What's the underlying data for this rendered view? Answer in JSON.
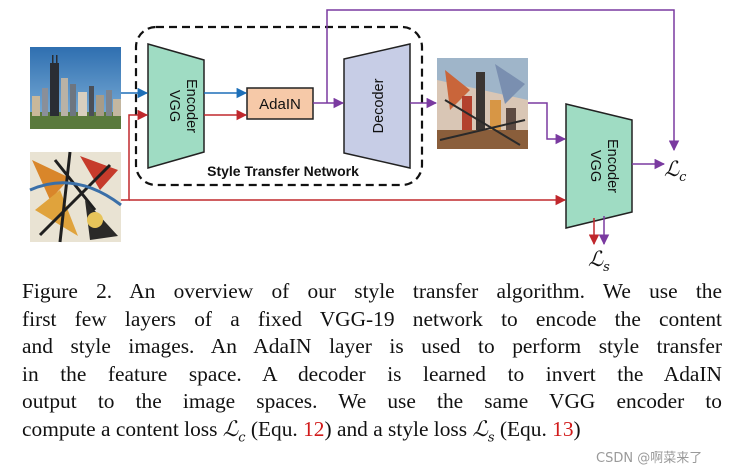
{
  "diagram": {
    "vgg_encoder_label": [
      "VGG",
      "Encoder"
    ],
    "adain_label": "AdaIN",
    "decoder_label": "Decoder",
    "network_label": "Style Transfer Network",
    "loss_content": {
      "symbol": "ℒ",
      "sub": "c"
    },
    "loss_style": {
      "symbol": "ℒ",
      "sub": "s"
    },
    "images": [
      "content-image-city-skyline",
      "style-image-abstract-painting",
      "stylized-output-image"
    ],
    "colors": {
      "encoder_fill": "#9fdcc3",
      "decoder_fill": "#c7cde6",
      "adain_fill": "#f6c9a8",
      "content_path": "#1d6fb8",
      "style_path": "#c0282d",
      "output_path": "#7a3aa0"
    }
  },
  "caption": {
    "lines": [
      "Figure 2. An overview of our style transfer algorithm. We use the",
      "first few layers of a fixed VGG-19 network to encode the content",
      "and style images. An AdaIN layer is used to perform style transfer",
      "in the feature space.  A decoder is learned to invert the AdaIN",
      "output to the image spaces.  We use the same VGG encoder to"
    ],
    "last_line": {
      "pre": "compute a content loss ",
      "loss_c_symbol": "ℒ",
      "loss_c_sub": "c",
      "mid1": " (Equ. ",
      "ref1": "12",
      "mid2": ") and a style loss ",
      "loss_s_symbol": "ℒ",
      "loss_s_sub": "s",
      "mid3": " (Equ. ",
      "ref2": "13",
      "end": ")"
    }
  },
  "watermark": "CSDN @啊菜来了"
}
